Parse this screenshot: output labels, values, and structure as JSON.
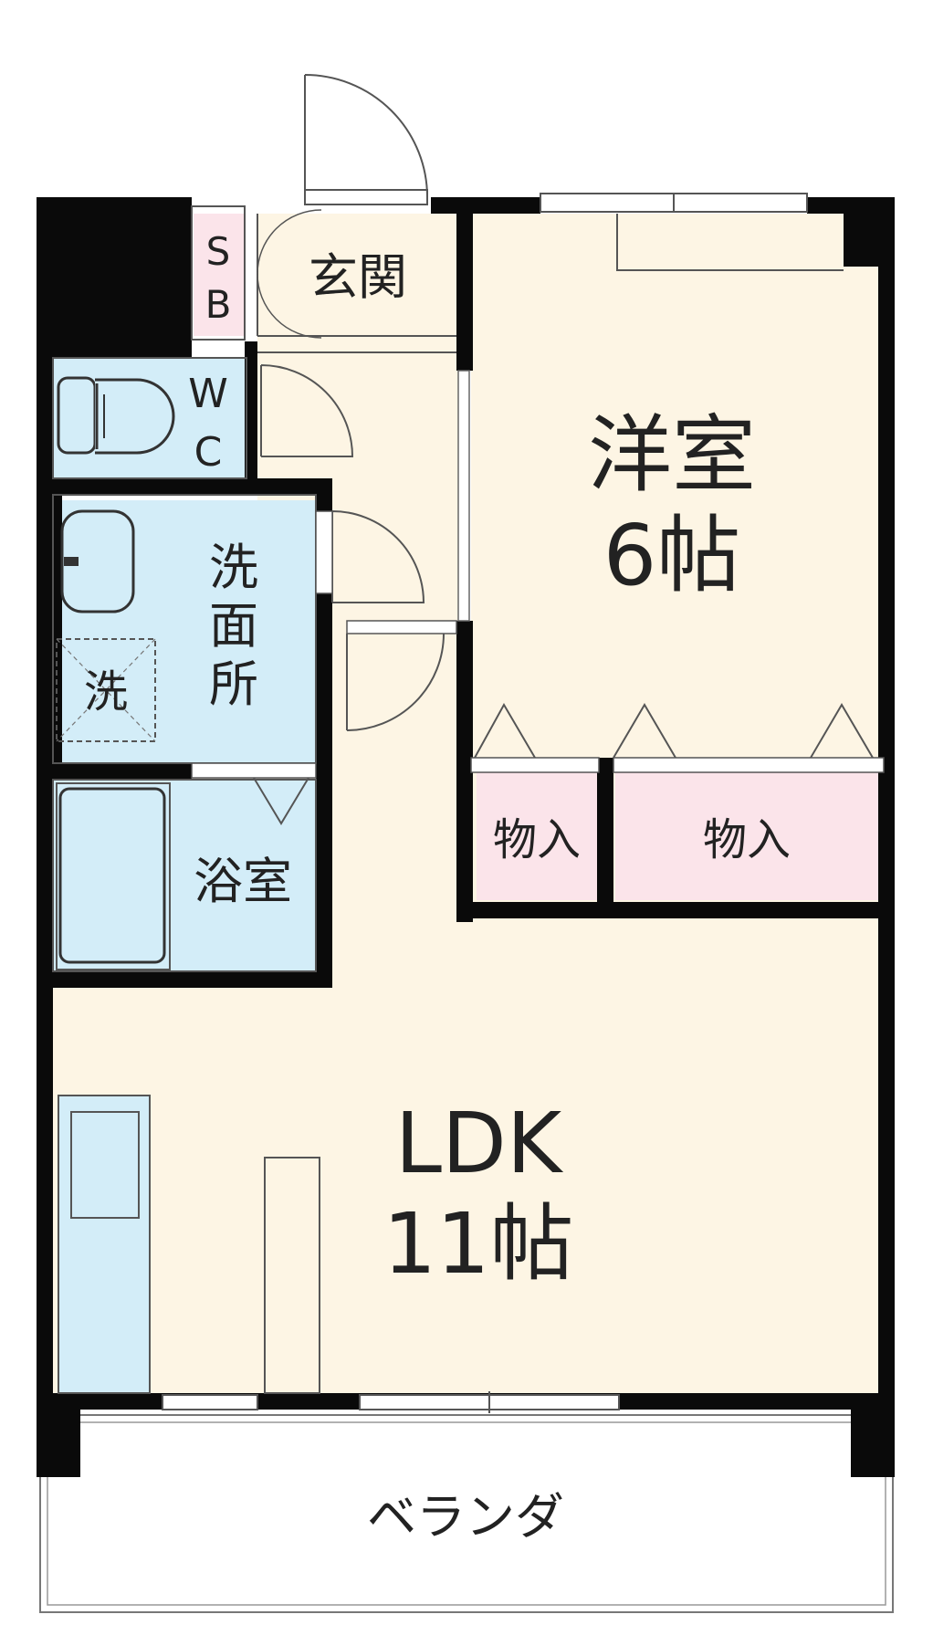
{
  "rooms": {
    "sb_line1": "S",
    "sb_line2": "B",
    "genkan": "玄関",
    "wc_line1": "W",
    "wc_line2": "C",
    "yoshitsu_name": "洋室",
    "yoshitsu_size": "6帖",
    "senmenjo_1": "洗",
    "senmenjo_2": "面",
    "senmenjo_3": "所",
    "washer": "洗",
    "yokushitsu": "浴室",
    "closet_left": "物入",
    "closet_right": "物入",
    "ldk_name": "LDK",
    "ldk_size": "11帖",
    "veranda": "ベランダ"
  },
  "colors": {
    "wall": "#0a0a0a",
    "room": "#fdf5e4",
    "wet": "#d3edf8",
    "storage": "#fbe4ea",
    "veranda": "#ffffff",
    "line": "#555555"
  }
}
